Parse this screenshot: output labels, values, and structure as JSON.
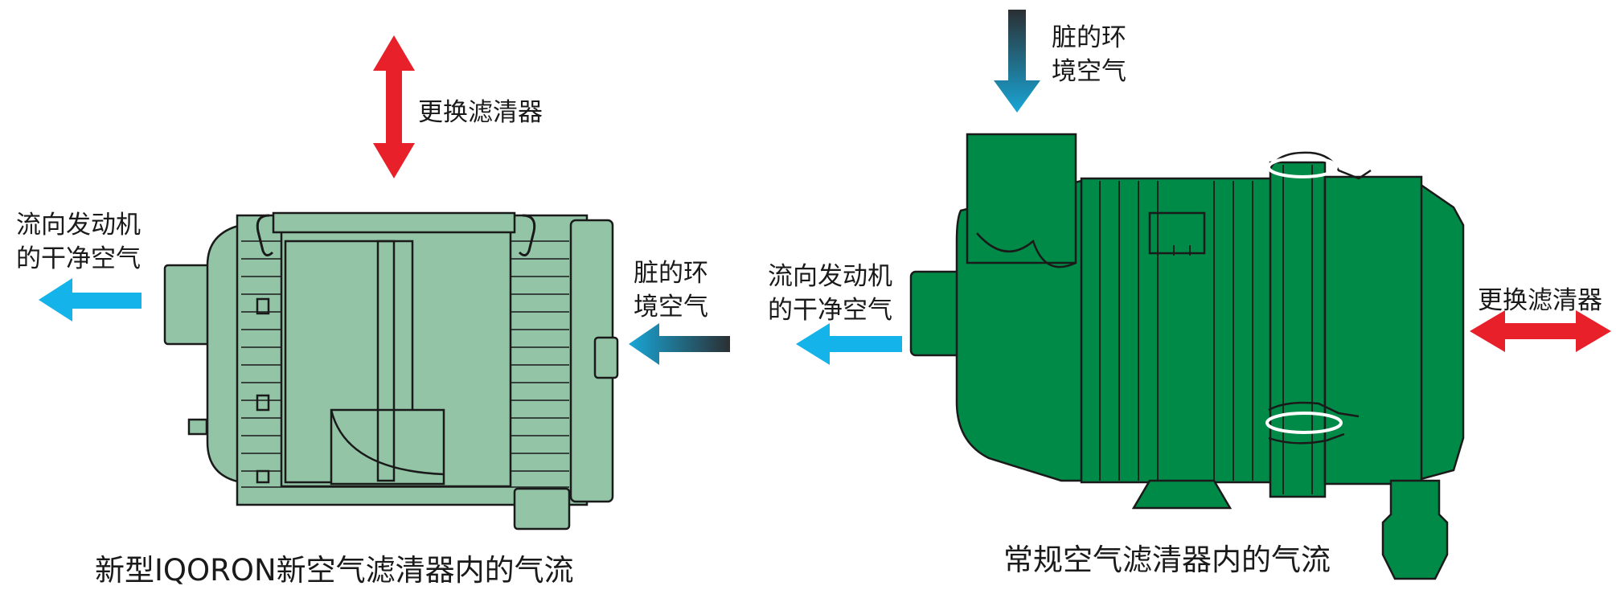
{
  "left_diagram": {
    "replace_filter": "更换滤清器",
    "clean_air_line1": "流向发动机",
    "clean_air_line2": "的干净空气",
    "dirty_air_line1": "脏的环",
    "dirty_air_line2": "境空气",
    "caption": "新型IQORON新空气滤清器内的气流"
  },
  "right_diagram": {
    "dirty_air_line1": "脏的环",
    "dirty_air_line2": "境空气",
    "clean_air_line1": "流向发动机",
    "clean_air_line2": "的干净空气",
    "replace_filter": "更换滤清器",
    "caption": "常规空气滤清器内的气流"
  },
  "colors": {
    "red_arrow": "#e8202a",
    "blue_arrow": "#14b4ea",
    "new_filter": "#93c4a6",
    "conventional_filter": "#008a48",
    "outline": "#1a1a1a"
  }
}
